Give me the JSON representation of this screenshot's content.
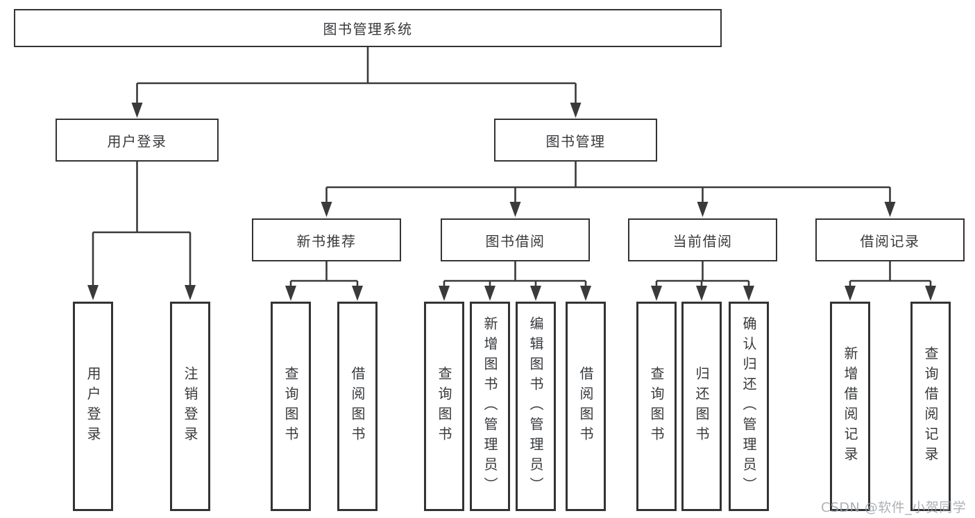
{
  "diagram": {
    "tree": {
      "root": {
        "label": "图书管理系统",
        "children": [
          {
            "label": "用户登录",
            "children": [
              {
                "label": "用户登录"
              },
              {
                "label": "注销登录"
              }
            ]
          },
          {
            "label": "图书管理",
            "children": [
              {
                "label": "新书推荐",
                "children": [
                  {
                    "label": "查询图书"
                  },
                  {
                    "label": "借阅图书"
                  }
                ]
              },
              {
                "label": "图书借阅",
                "children": [
                  {
                    "label": "查询图书"
                  },
                  {
                    "label": "新增图书（管理员）"
                  },
                  {
                    "label": "编辑图书（管理员）"
                  },
                  {
                    "label": "借阅图书"
                  }
                ]
              },
              {
                "label": "当前借阅",
                "children": [
                  {
                    "label": "查询图书"
                  },
                  {
                    "label": "归还图书"
                  },
                  {
                    "label": "确认归还（管理员）"
                  }
                ]
              },
              {
                "label": "借阅记录",
                "children": [
                  {
                    "label": "新增借阅记录"
                  },
                  {
                    "label": "查询借阅记录"
                  }
                ]
              }
            ]
          }
        ]
      }
    },
    "colors": {
      "line": "#3a3a3a",
      "box_border": "#333333",
      "box_fill": "#ffffff",
      "text": "#37393c",
      "watermark": "#9ea3a9"
    }
  },
  "watermark": {
    "text": "CSDN @软件_小贺同学"
  }
}
